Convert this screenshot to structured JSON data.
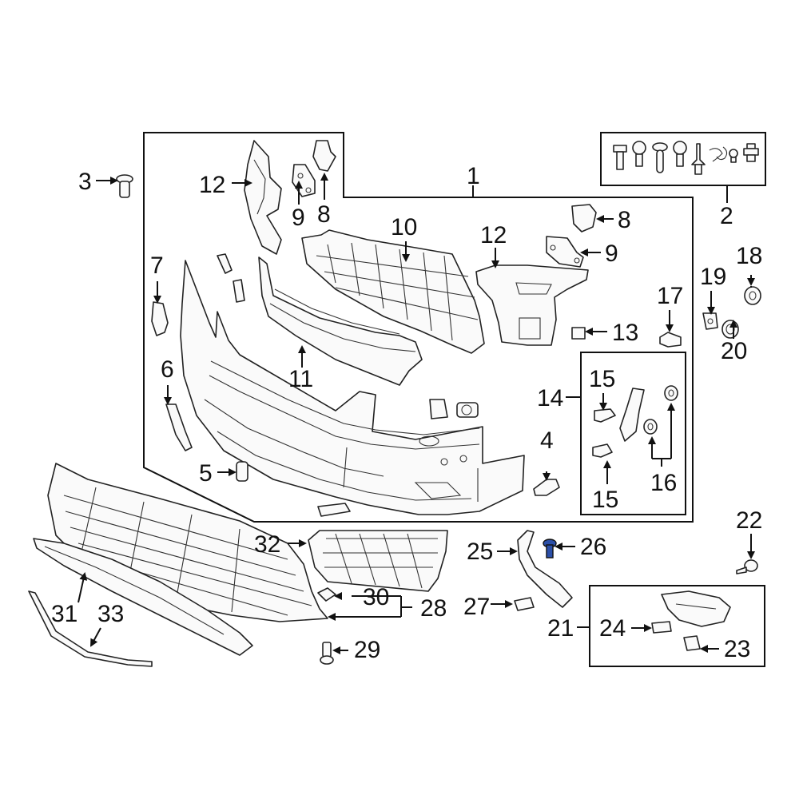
{
  "callouts": {
    "c1": "1",
    "c2": "2",
    "c3": "3",
    "c4": "4",
    "c5": "5",
    "c6": "6",
    "c7": "7",
    "c8a": "8",
    "c8b": "8",
    "c9a": "9",
    "c9b": "9",
    "c10": "10",
    "c11": "11",
    "c12a": "12",
    "c12b": "12",
    "c13": "13",
    "c14": "14",
    "c15a": "15",
    "c15b": "15",
    "c16": "16",
    "c17": "17",
    "c18": "18",
    "c19": "19",
    "c20": "20",
    "c21": "21",
    "c22": "22",
    "c23": "23",
    "c24": "24",
    "c25": "25",
    "c26": "26",
    "c27": "27",
    "c28": "28",
    "c29": "29",
    "c30": "30",
    "c31": "31",
    "c32": "32",
    "c33": "33"
  },
  "colors": {
    "highlight_part": "#2b4fa8",
    "line": "#111111",
    "background": "#ffffff"
  }
}
